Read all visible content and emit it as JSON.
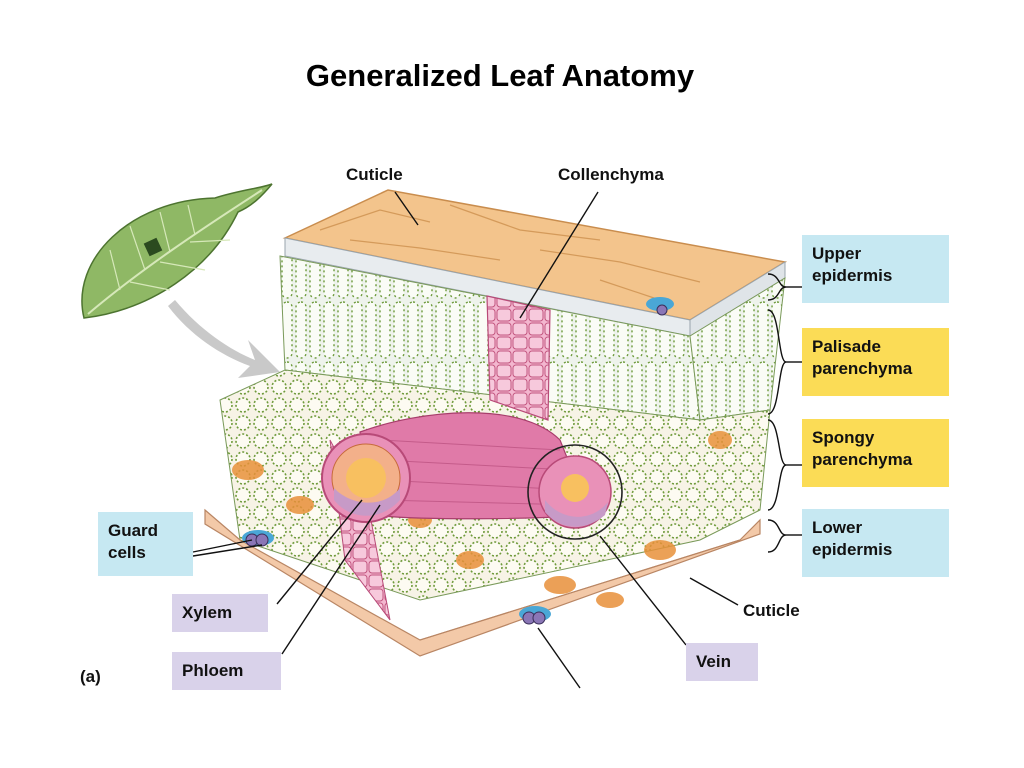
{
  "title": "Generalized Leaf Anatomy",
  "labels": {
    "cuticle_top": "Cuticle",
    "collenchyma": "Collenchyma",
    "upper_epidermis": [
      "Upper",
      "epidermis"
    ],
    "palisade": [
      "Palisade",
      "parenchyma"
    ],
    "spongy": [
      "Spongy",
      "parenchyma"
    ],
    "lower_epidermis": [
      "Lower",
      "epidermis"
    ],
    "cuticle_bottom": "Cuticle",
    "guard_cells": [
      "Guard",
      "cells"
    ],
    "xylem": "Xylem",
    "phloem": "Phloem",
    "vein": "Vein",
    "panel": "(a)"
  },
  "colors": {
    "epidermis_box": "#c6e8f2",
    "parenchyma_box": "#fbdc56",
    "vascular_box": "#d9d2ea",
    "cuticle": "#f3c48c",
    "vein": "#e07aa8",
    "chloroplast": "#5a8a2a",
    "leaf": "#8fb865"
  }
}
